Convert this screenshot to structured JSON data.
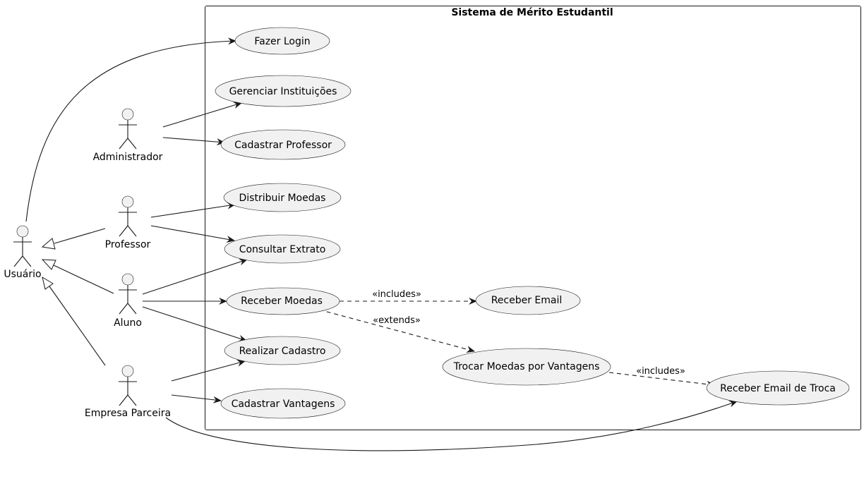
{
  "system": {
    "title": "Sistema de Mérito Estudantil"
  },
  "actors": {
    "usuario": "Usuário",
    "administrador": "Administrador",
    "professor": "Professor",
    "aluno": "Aluno",
    "empresa": "Empresa Parceira"
  },
  "usecases": {
    "fazer_login": "Fazer Login",
    "gerenciar_instituicoes": "Gerenciar Instituições",
    "cadastrar_professor": "Cadastrar Professor",
    "distribuir_moedas": "Distribuir Moedas",
    "consultar_extrato": "Consultar Extrato",
    "receber_moedas": "Receber Moedas",
    "realizar_cadastro": "Realizar Cadastro",
    "cadastrar_vantagens": "Cadastrar Vantagens",
    "receber_email": "Receber Email",
    "trocar_moedas": "Trocar Moedas por Vantagens",
    "receber_email_troca": "Receber Email de Troca"
  },
  "relations": {
    "includes_email": "«includes»",
    "extends_trocar": "«extends»",
    "includes_email_troca": "«includes»"
  }
}
